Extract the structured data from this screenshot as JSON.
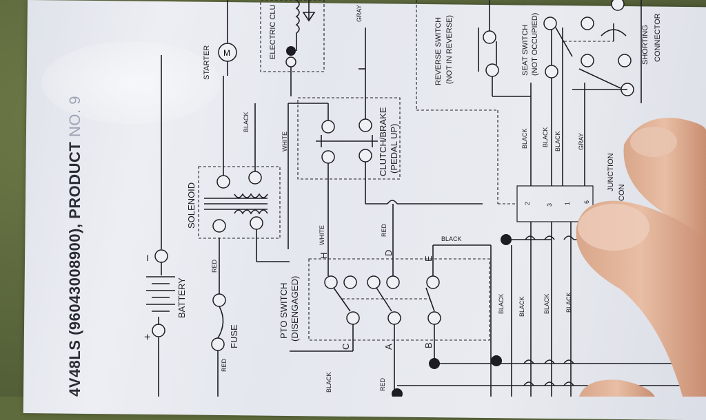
{
  "header": {
    "model": "4V48LS (96043008900), PRODUCT",
    "product_no_suffix": "NO. 9"
  },
  "components": {
    "battery": "BATTERY",
    "battery_plus": "+",
    "battery_minus": "−",
    "fuse": "FUSE",
    "solenoid": "SOLENOID",
    "starter": "STARTER",
    "electric_clutch": "ELECTRIC CLU",
    "clutch_brake": "CLUTCH/BRAKE",
    "clutch_brake_state": "(PEDAL UP)",
    "pto_switch": "PTO SWITCH",
    "pto_switch_state": "(DISENGAGED)",
    "reverse_switch": "REVERSE SWITCH",
    "reverse_switch_state": "(NOT IN REVERSE)",
    "seat_switch": "SEAT SWITCH",
    "seat_switch_state": "(NOT OCCUPIED)",
    "shorting_connector_1": "SHORTING",
    "shorting_connector_2": "CONNECTOR",
    "junction_1": "JUNCTION",
    "junction_2": "CON"
  },
  "terminals": {
    "pto_h": "H",
    "pto_d": "D",
    "pto_e": "E",
    "pto_c": "C",
    "pto_a": "A",
    "pto_b": "B",
    "j_2": "2",
    "j_3": "3",
    "j_1": "1",
    "j_6": "6"
  },
  "wires": {
    "red_fuse_top": "RED",
    "red_fuse_bottom": "RED",
    "black_solenoid": "BLACK",
    "white_left": "WHITE",
    "white_pto": "WHITE",
    "red_pto": "RED",
    "black_top": "BLACK",
    "gray_top": "GRAY",
    "black_j1": "BLACK",
    "black_j2": "BLACK",
    "black_j3": "BLACK",
    "gray_j": "GRAY",
    "black_low1": "BLACK",
    "black_low2": "BLACK",
    "black_low3": "BLACK",
    "black_low4": "BLACK",
    "black_bottom": "BLACK",
    "red_bottom": "RED"
  }
}
